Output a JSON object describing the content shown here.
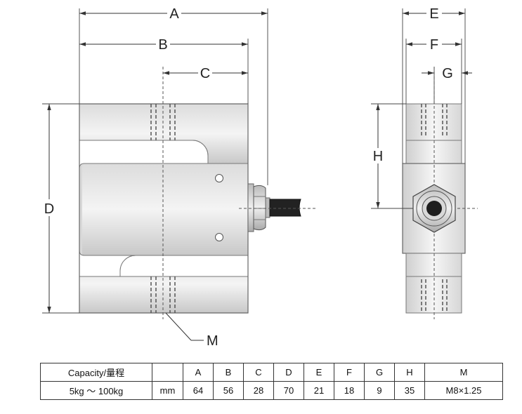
{
  "diagram": {
    "front_view": {
      "dimension_labels": {
        "A": "A",
        "B": "B",
        "C": "C",
        "D": "D"
      },
      "leader_label": "M"
    },
    "side_view": {
      "dimension_labels": {
        "E": "E",
        "F": "F",
        "G": "G",
        "H": "H"
      }
    }
  },
  "spec_table": {
    "header": [
      "Capacity/量程",
      "",
      "A",
      "B",
      "C",
      "D",
      "E",
      "F",
      "G",
      "H",
      "M"
    ],
    "row": [
      "5kg ～ 100kg",
      "mm",
      "64",
      "56",
      "28",
      "70",
      "21",
      "18",
      "9",
      "35",
      "M8×1.25"
    ]
  },
  "colors": {
    "metal_light": "#f2f2f2",
    "metal_mid": "#dcdcdc",
    "metal_dark": "#b8b8b8",
    "outline": "#666666",
    "line": "#333333",
    "cable": "#222222"
  }
}
